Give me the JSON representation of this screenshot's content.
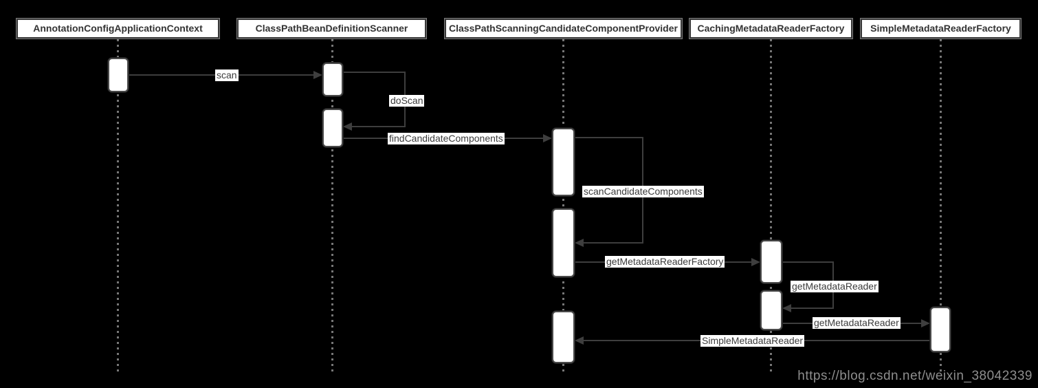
{
  "diagram": {
    "type": "uml-sequence",
    "participants": [
      {
        "id": "context",
        "label": "AnnotationConfigApplicationContext"
      },
      {
        "id": "scanner",
        "label": "ClassPathBeanDefinitionScanner"
      },
      {
        "id": "provider",
        "label": "ClassPathScanningCandidateComponentProvider"
      },
      {
        "id": "caching",
        "label": "CachingMetadataReaderFactory"
      },
      {
        "id": "simple",
        "label": "SimpleMetadataReaderFactory"
      }
    ],
    "messages": [
      {
        "label": "scan",
        "from": "context",
        "to": "scanner",
        "kind": "call"
      },
      {
        "label": "doScan",
        "from": "scanner",
        "to": "scanner",
        "kind": "self"
      },
      {
        "label": "findCandidateComponents",
        "from": "scanner",
        "to": "provider",
        "kind": "call"
      },
      {
        "label": "scanCandidateComponents",
        "from": "provider",
        "to": "provider",
        "kind": "self"
      },
      {
        "label": "getMetadataReaderFactory",
        "from": "provider",
        "to": "caching",
        "kind": "call"
      },
      {
        "label": "getMetadataReader",
        "from": "caching",
        "to": "caching",
        "kind": "self"
      },
      {
        "label": "getMetadataReader",
        "from": "caching",
        "to": "simple",
        "kind": "call"
      },
      {
        "label": "SimpleMetadataReader",
        "from": "simple",
        "to": "provider",
        "kind": "return"
      }
    ]
  },
  "watermark": "https://blog.csdn.net/weixin_38042339",
  "colors": {
    "background": "#000000",
    "connector": "#3e3e3e",
    "label_background": "#ffffff",
    "label_text": "#3b3b3b",
    "lifeline_dots": "#777777",
    "watermark_text": "#8e8e8e"
  }
}
